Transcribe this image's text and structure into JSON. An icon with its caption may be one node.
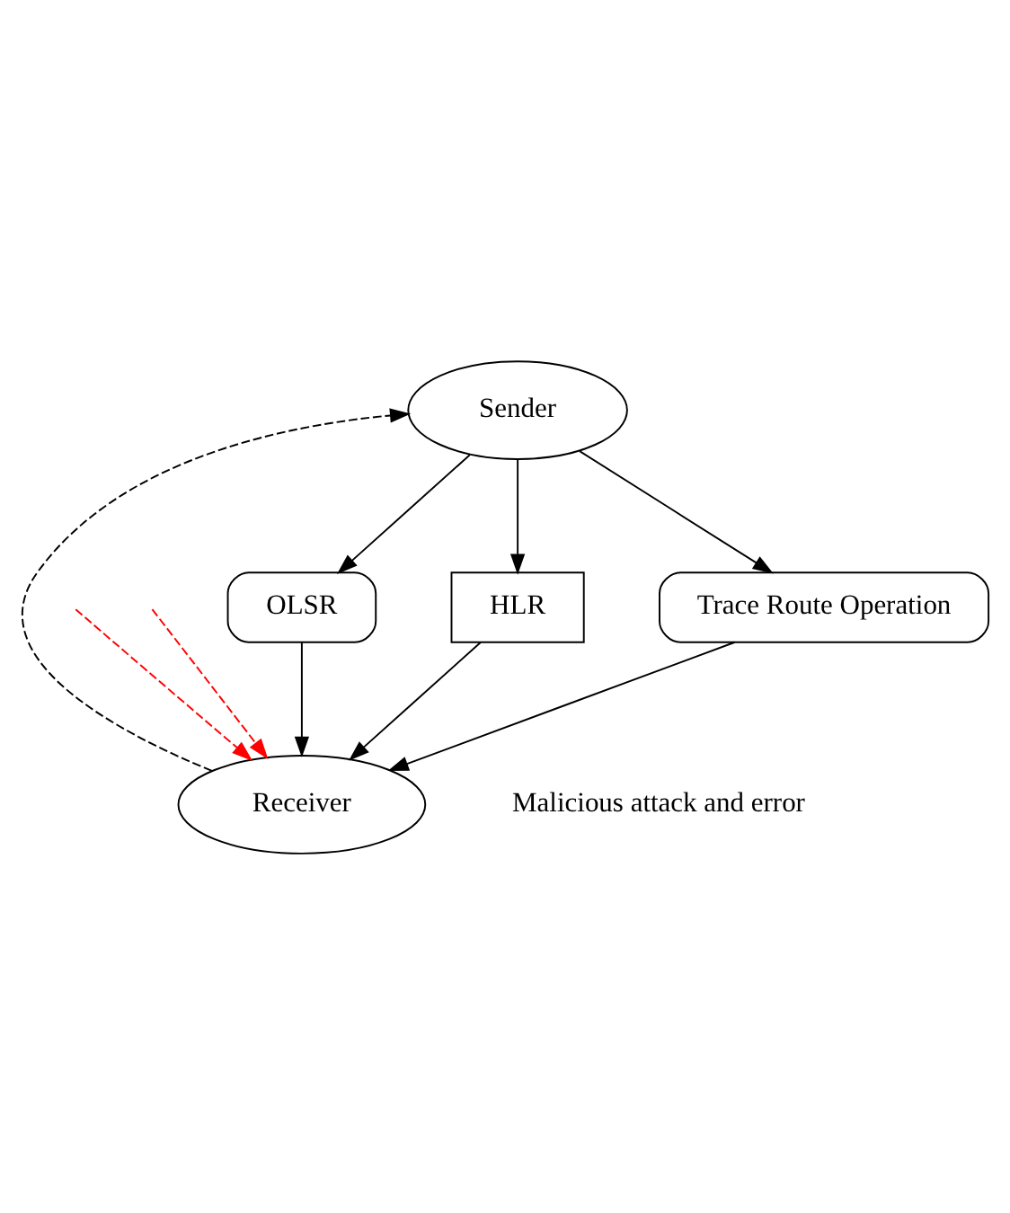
{
  "diagram": {
    "nodes": [
      {
        "text": [
          "Sender"
        ]
      },
      {
        "text": [
          "HLR"
        ]
      },
      {
        "text": [
          "OLSR"
        ]
      },
      {
        "text": [
          "Trace Route Operation"
        ]
      },
      {
        "text": [
          "Receiver"
        ]
      }
    ],
    "edges": [
      {
        "from": 0,
        "to": 2,
        "arrow": "to"
      },
      {
        "from": 0,
        "to": 1,
        "arrow": "to"
      },
      {
        "from": 0,
        "to": 3,
        "arrow": "to"
      },
      {
        "from": 2,
        "to": 4,
        "arrow": "to"
      },
      {
        "from": 1,
        "to": 4,
        "arrow": "to"
      },
      {
        "from": 3,
        "to": 4,
        "arrow": "to"
      },
      {
        "from": 4,
        "to": 0,
        "arrow": "to",
        "style": "dashed"
      },
      {
        "from": null,
        "to": 4,
        "arrow": "to",
        "style": "dashed",
        "color": "#ff0000"
      },
      {
        "from": null,
        "to": 4,
        "arrow": "to",
        "style": "dashed",
        "color": "#ff0000"
      }
    ],
    "labels": [
      "Malicious attack and error"
    ]
  }
}
